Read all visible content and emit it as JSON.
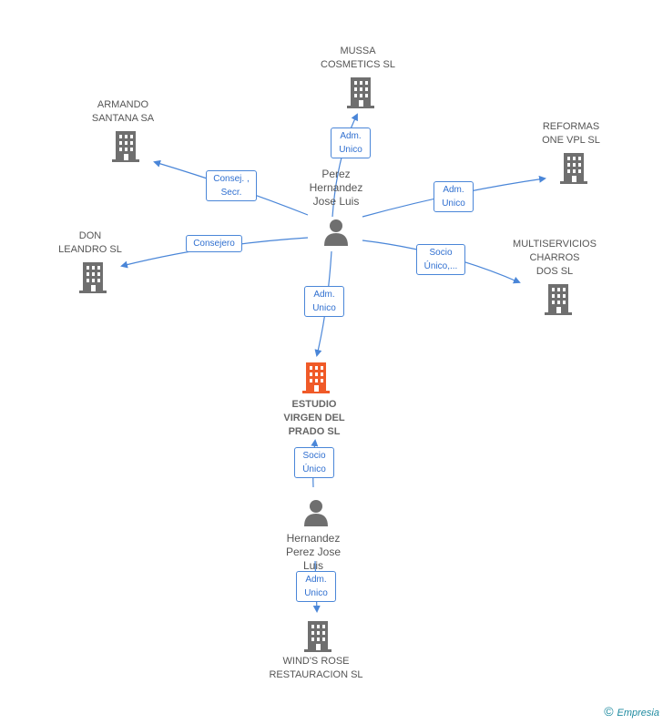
{
  "colors": {
    "edge": "#4a86d8",
    "company": "#6f6f6f",
    "main_company": "#f05a28",
    "person": "#6f6f6f"
  },
  "companies": {
    "mussa": "MUSSA\nCOSMETICS  SL",
    "armando": "ARMANDO\nSANTANA SA",
    "reformas": "REFORMAS\nONE VPL SL",
    "don": "DON\nLEANDRO SL",
    "multi": "MULTISERVICIOS\nCHARROS\nDOS SL",
    "estudio": "ESTUDIO\nVIRGEN DEL\nPRADO SL",
    "wind": "WIND'S ROSE\nRESTAURACION SL"
  },
  "persons": {
    "perez": "Perez\nHernandez\nJose Luis",
    "hernandez": "Hernandez\nPerez Jose\nLuis"
  },
  "edge_labels": {
    "to_mussa": "Adm.\nUnico",
    "to_armando": "Consej. ,\nSecr.",
    "to_reformas": "Adm.\nUnico",
    "to_don": "Consejero",
    "to_multi": "Socio\nÚnico,...",
    "to_estudio": "Adm.\nUnico",
    "hern_to_estudio": "Socio\nÚnico",
    "hern_to_wind": "Adm.\nUnico"
  },
  "footer": {
    "copyright": "©",
    "brand": "Empresia"
  }
}
